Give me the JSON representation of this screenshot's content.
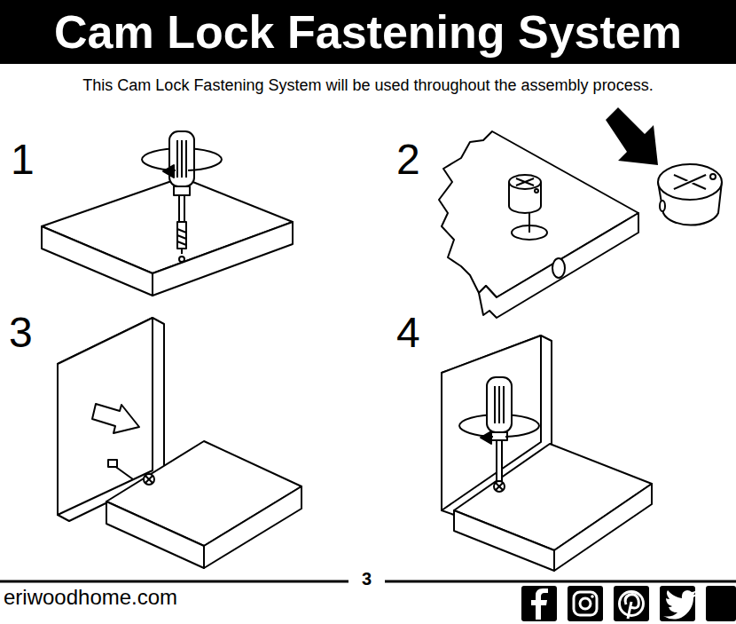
{
  "diagram": {
    "title": "Cam Lock Fastening System",
    "labels": [
      "This Cam Lock Fastening System will be used throughout the assembly process.",
      "1",
      "2",
      "3",
      "4",
      "eriwoodhome.com",
      "3"
    ]
  }
}
